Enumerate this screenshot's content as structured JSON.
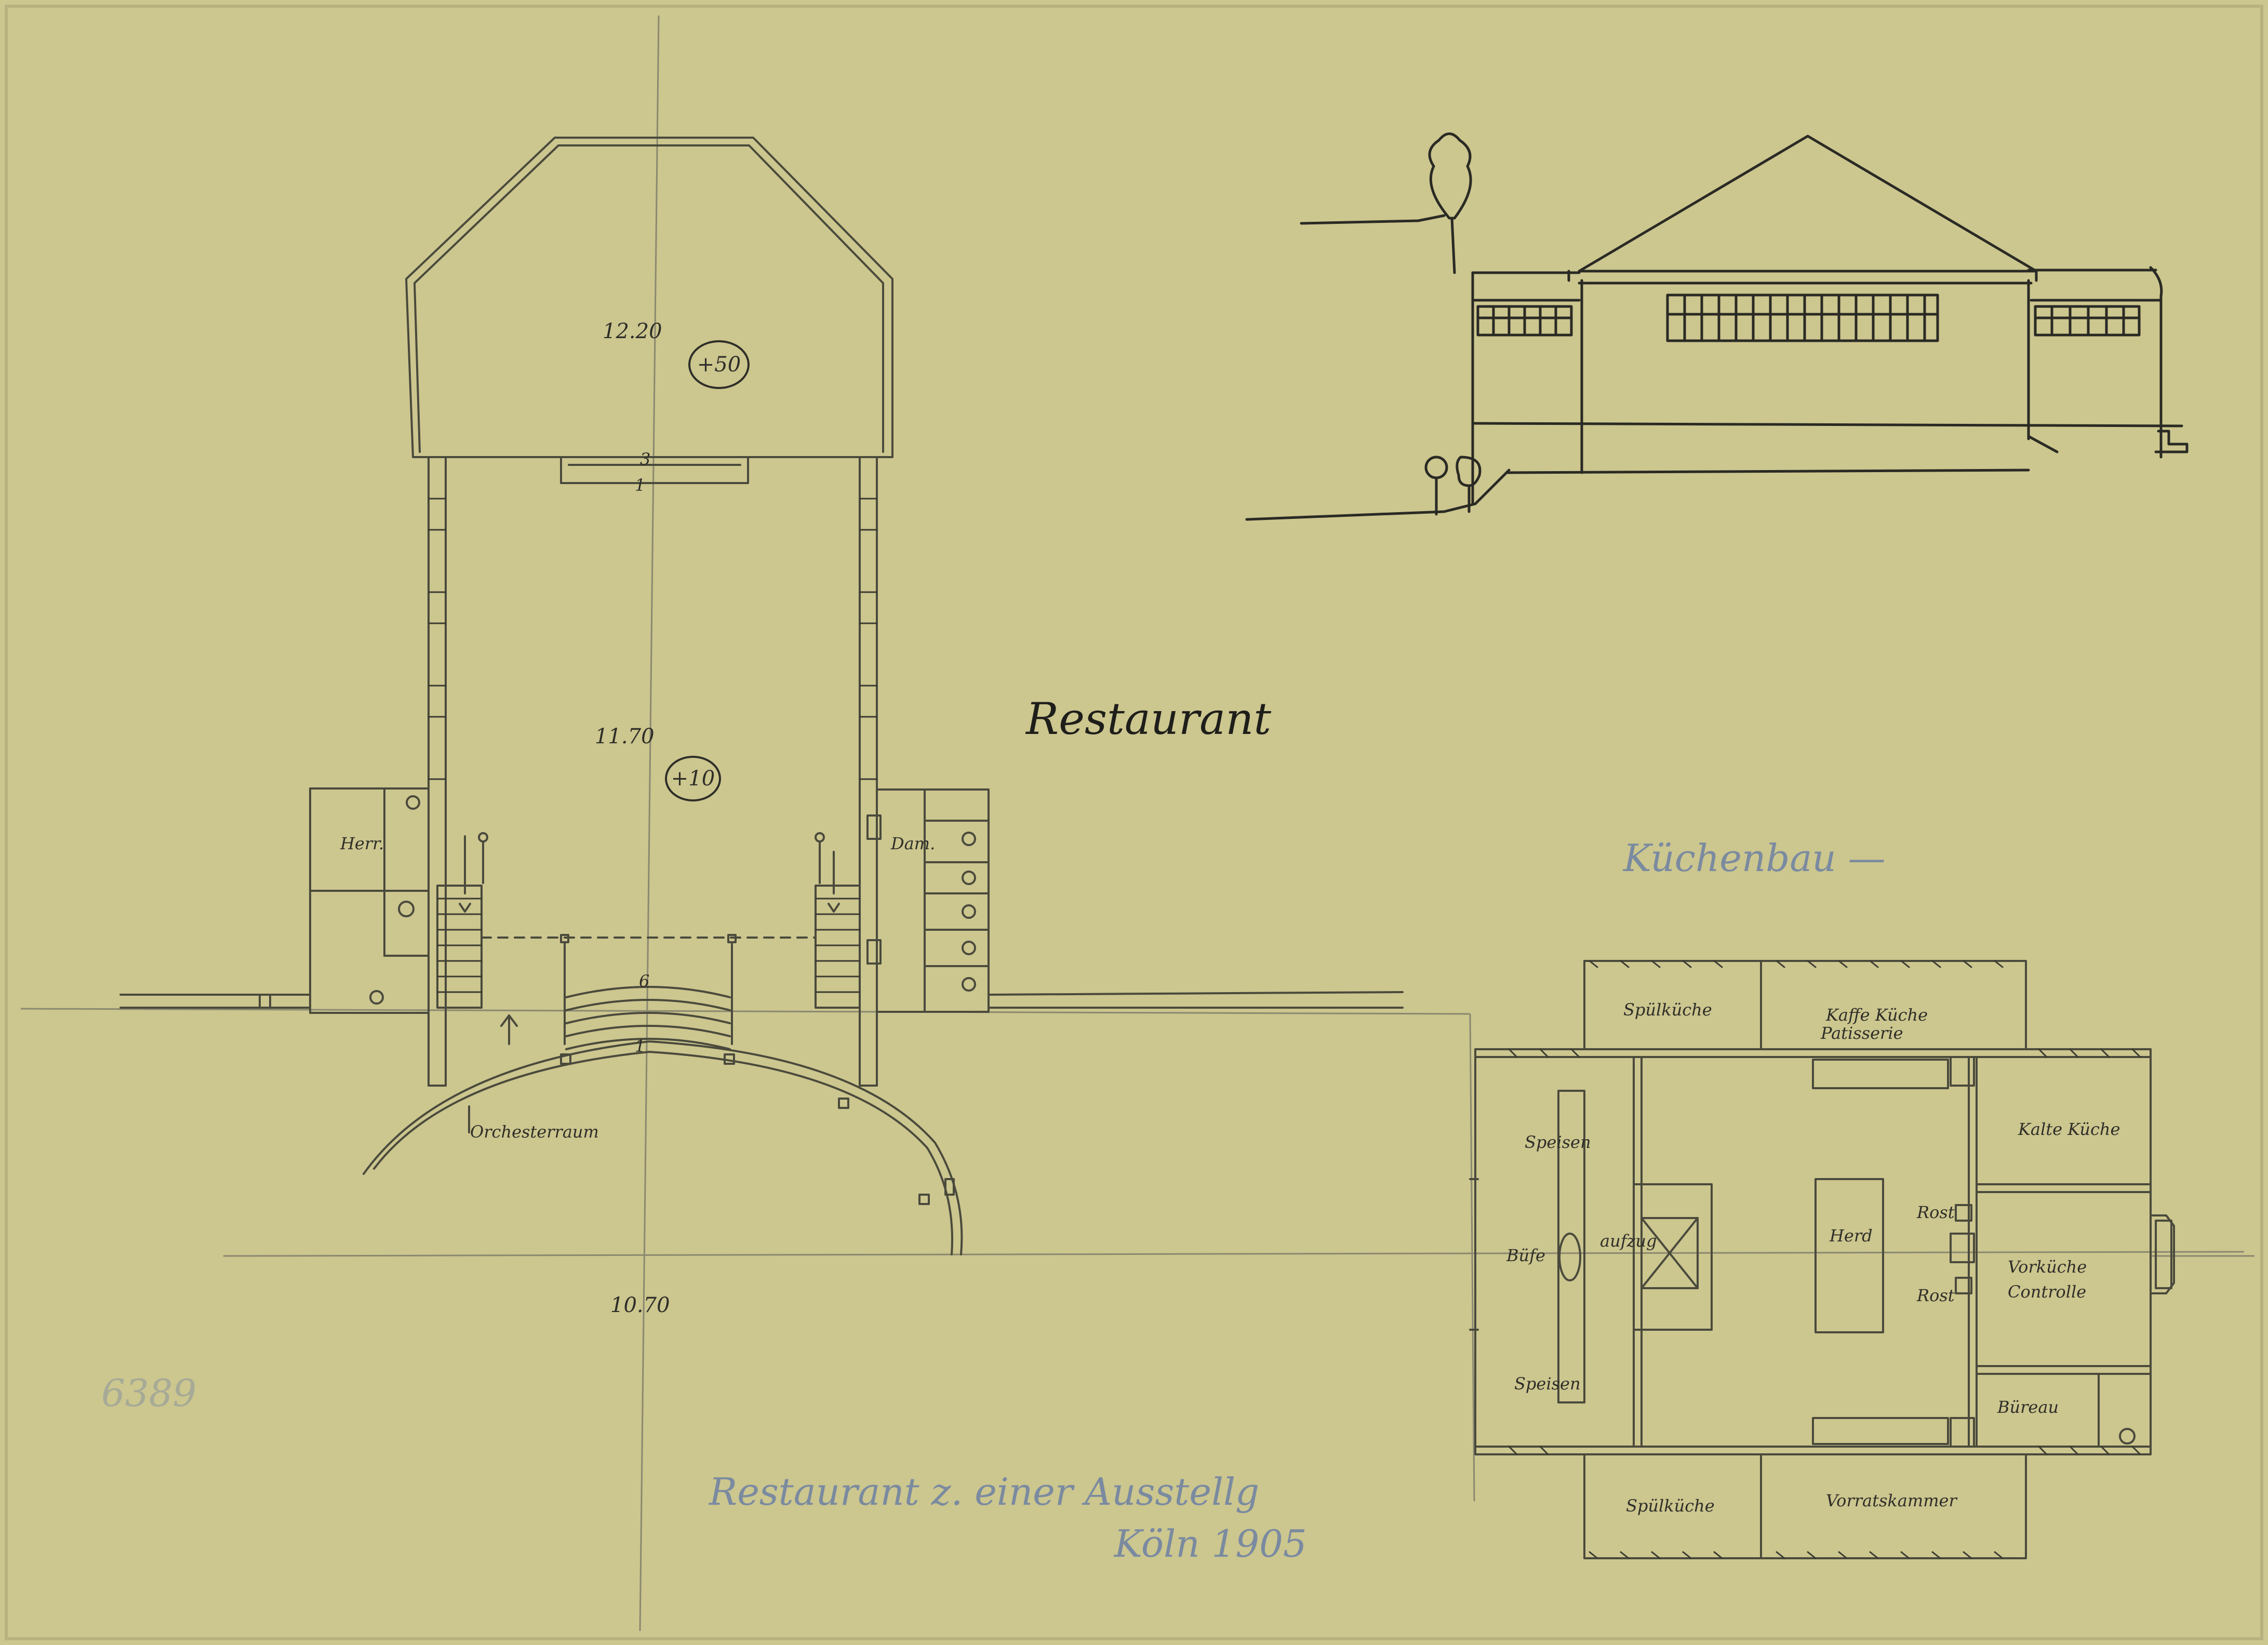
{
  "labels": {
    "restaurant_title": "Restaurant",
    "kitchen_title": "Küchenbau —",
    "caption_line1": "Restaurant z. einer Ausstellg",
    "caption_line2": "Köln 1905",
    "dim_top": "12.20",
    "level_top": "+50",
    "dim_mid": "11.70",
    "level_mid": "+10",
    "dim_bottom": "10.70",
    "step_3": "3",
    "step_1_top": "1",
    "step_6": "6",
    "step_1_bottom": "1",
    "herren": "Herr.",
    "damen": "Dam.",
    "orchester": "Orchesterraum",
    "spulkuche_top": "Spülküche",
    "kaffee": "Kaffe Küche",
    "patisserie": "Patisserie",
    "kalte_kuche": "Kalte Küche",
    "speisen_top": "Speisen",
    "buffet": "Büfe",
    "aufzug": "aufzug",
    "herd": "Herd",
    "rost1": "Rost",
    "rost2": "Rost",
    "vorkuche": "Vorküche",
    "controlle": "Controlle",
    "speisen_bottom": "Speisen",
    "bureau": "Büreau",
    "spulkuche_bottom": "Spülküche",
    "vorratskammer": "Vorratskammer",
    "inventory_number": "6389"
  }
}
